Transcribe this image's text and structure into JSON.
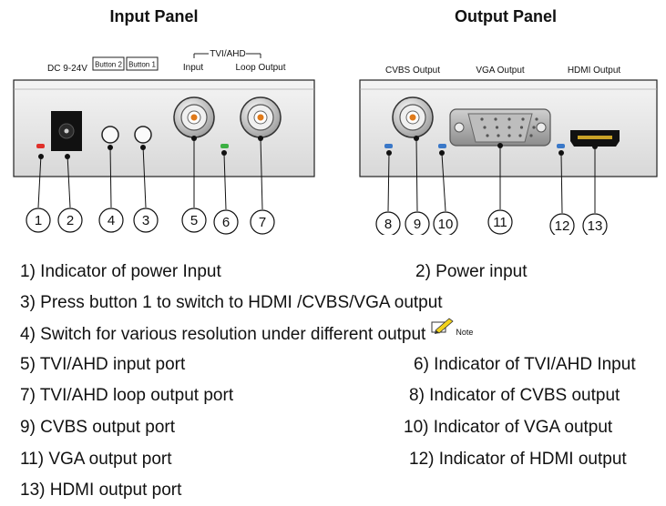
{
  "panels": {
    "input": {
      "title": "Input Panel",
      "dc_label": "DC 9-24V",
      "button2_label": "Button 2",
      "button1_label": "Button 1",
      "tvi_group_label": "TVI/AHD",
      "input_label": "Input",
      "loop_output_label": "Loop Output"
    },
    "output": {
      "title": "Output Panel",
      "cvbs_output_label": "CVBS Output",
      "vga_output_label": "VGA Output",
      "hdmi_output_label": "HDMI Output"
    }
  },
  "callouts": [
    "1",
    "2",
    "4",
    "3",
    "5",
    "6",
    "7",
    "8",
    "9",
    "10",
    "11",
    "12",
    "13"
  ],
  "colors": {
    "power_led": "#e0302a",
    "tvi_led": "#3cb043",
    "blue_led": "#3a78c8",
    "bnc_center": "#e07a1a",
    "panel_fill": "#e6e6e6"
  },
  "legend": {
    "item1": "1) Indicator of power Input",
    "item2": "2) Power input",
    "item3": "3) Press button 1 to switch to HDMI /CVBS/VGA output",
    "item4": "4) Switch for various resolution under different output",
    "item4_note": "Note",
    "item5": "5) TVI/AHD input port",
    "item6": "6) Indicator of TVI/AHD Input",
    "item7": "7) TVI/AHD loop output port",
    "item8": "8) Indicator of CVBS output",
    "item9": "9) CVBS output port",
    "item10": "10) Indicator of VGA output",
    "item11": "11) VGA output port",
    "item12": "12) Indicator of HDMI output",
    "item13": "13) HDMI output port"
  }
}
